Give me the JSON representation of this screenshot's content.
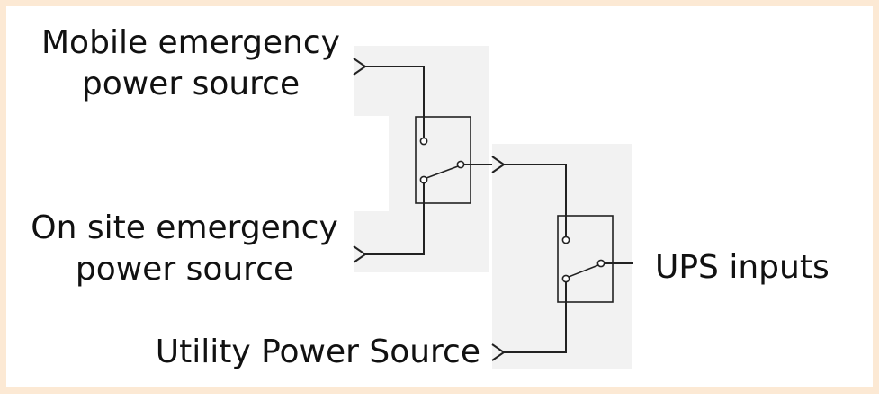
{
  "diagram": {
    "sources": {
      "mobile": {
        "line1": "Mobile emergency",
        "line2": "power source"
      },
      "onsite": {
        "line1": "On site emergency",
        "line2": "power source"
      },
      "utility": {
        "label": "Utility Power Source"
      }
    },
    "output": {
      "label": "UPS inputs"
    },
    "colors": {
      "frame": "#fce9d4",
      "panel": "#f2f2f2",
      "line": "#222222",
      "text": "#111111"
    }
  }
}
